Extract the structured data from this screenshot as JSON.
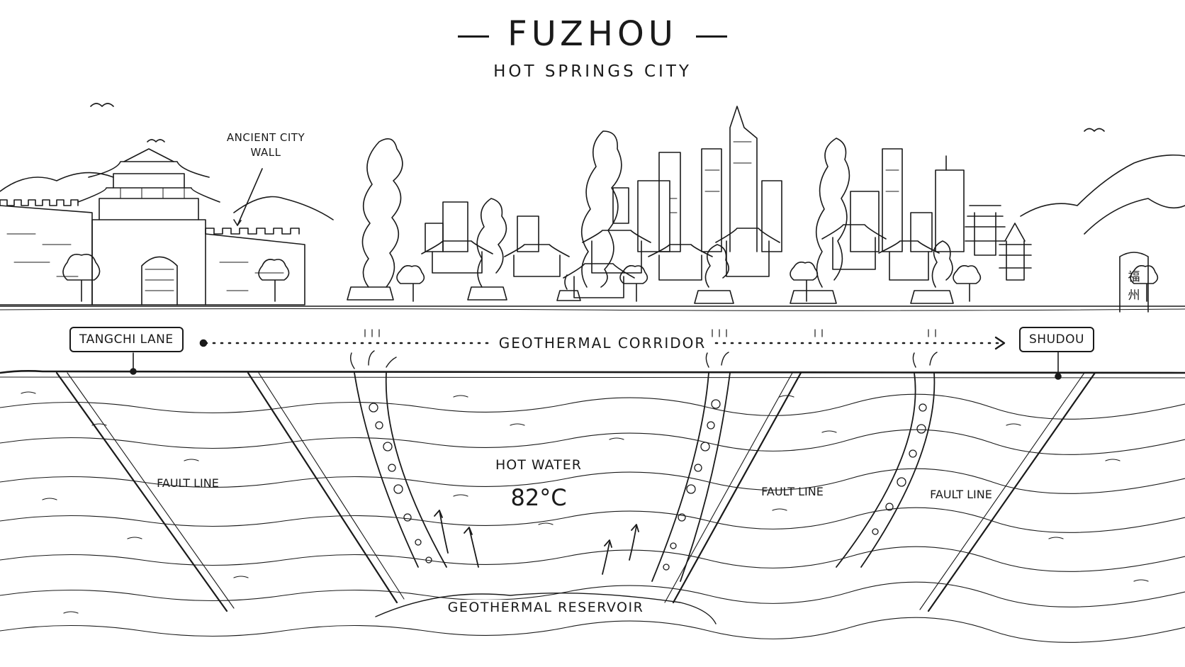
{
  "header": {
    "title": "FUZHOU",
    "subtitle": "HOT SPRINGS CITY"
  },
  "labels": {
    "ancient_wall_line1": "ANCIENT CITY",
    "ancient_wall_line2": "WALL",
    "tangchi": "TANGCHI LANE",
    "corridor": "GEOTHERMAL CORRIDOR",
    "shudou": "SHUDOU",
    "fault_left": "FAULT LINE",
    "fault_mid": "FAULT LINE",
    "fault_right": "FAULT LINE",
    "hot_water": "HOT WATER",
    "temperature": "82°C",
    "reservoir": "GEOTHERMAL RESERVOIR",
    "stele_char1": "福",
    "stele_char2": "州"
  },
  "colors": {
    "ink": "#1a1a1a",
    "paper": "#ffffff"
  }
}
